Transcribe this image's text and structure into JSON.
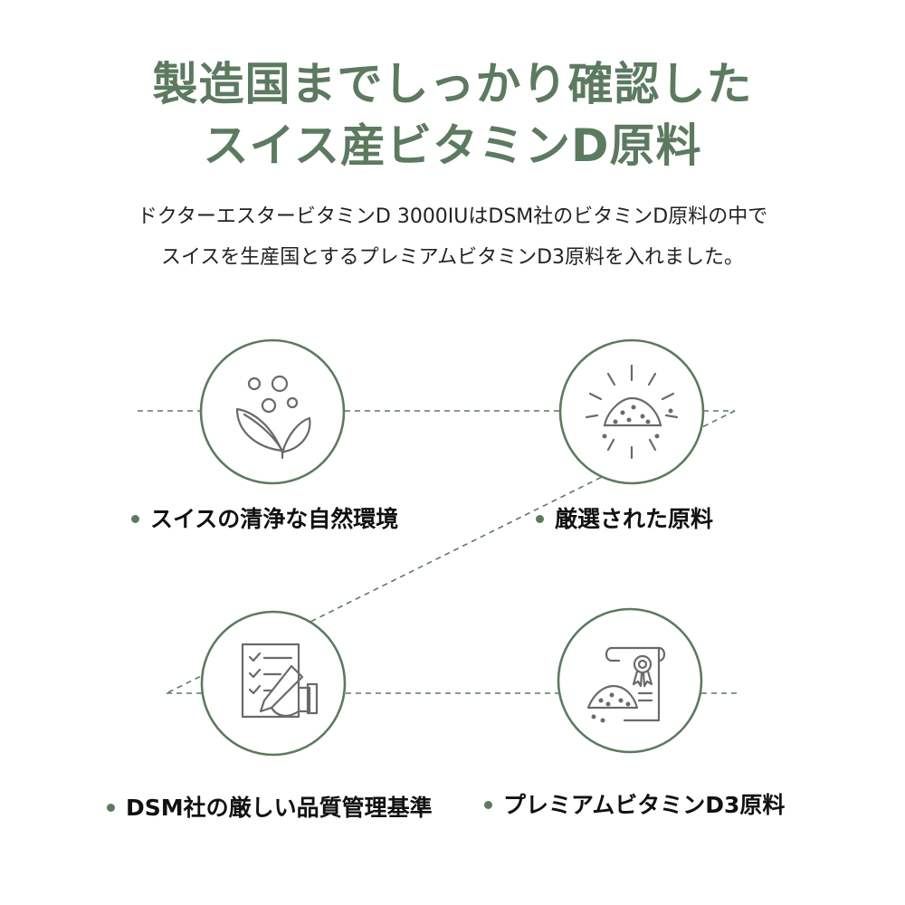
{
  "heading": {
    "line1": "製造国までしっかり確認した",
    "line2": "スイス産ビタミンD原料"
  },
  "description": {
    "line1": "ドクターエスタービタミンD 3000IUはDSM社のビタミンD原料の中で",
    "line2": "スイスを生産国とするプレミアムビタミンD3原料を入れました。"
  },
  "features": [
    {
      "label": "スイスの清浄な自然環境",
      "icon": "plant-leaf-icon"
    },
    {
      "label": "厳選された原料",
      "icon": "powder-pile-icon"
    },
    {
      "label": "DSM社の厳しい品質管理基準",
      "icon": "checklist-signing-icon"
    },
    {
      "label": "プレミアムビタミンD3原料",
      "icon": "certificate-powder-icon"
    }
  ],
  "colors": {
    "accent": "#5c7a5f",
    "line": "#5c7a5f",
    "text": "#111111"
  }
}
